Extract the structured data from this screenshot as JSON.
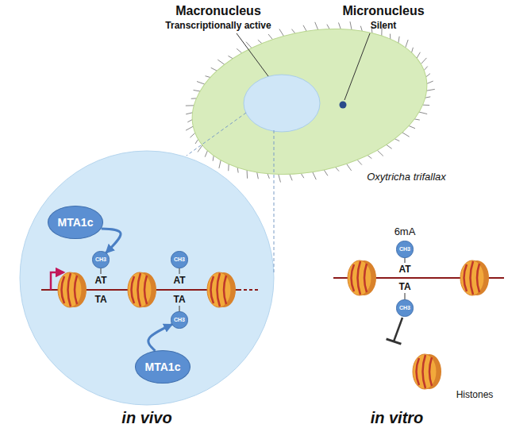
{
  "diagram": {
    "nodes": [
      {
        "text": [
          "MTA1c"
        ]
      },
      {
        "text": [
          "CH3"
        ]
      },
      {
        "text": [
          "CH3"
        ]
      },
      {
        "text": [
          "CH3"
        ]
      },
      {
        "text": [
          "MTA1c"
        ]
      },
      {
        "text": [
          "CH3"
        ]
      },
      {
        "text": [
          "CH3"
        ]
      }
    ],
    "edges": [
      {
        "from": 0,
        "to": 1,
        "arrow": "to"
      },
      {
        "from": 4,
        "to": 3,
        "arrow": "to"
      }
    ],
    "labels": [
      "Macronucleus",
      "Transcriptionally active",
      "Micronucleus",
      "Silent",
      "Oxytricha trifallax",
      "AT",
      "TA",
      "AT",
      "TA",
      "6mA",
      "AT",
      "TA",
      "Histones",
      "in vivo",
      "in vitro"
    ]
  }
}
